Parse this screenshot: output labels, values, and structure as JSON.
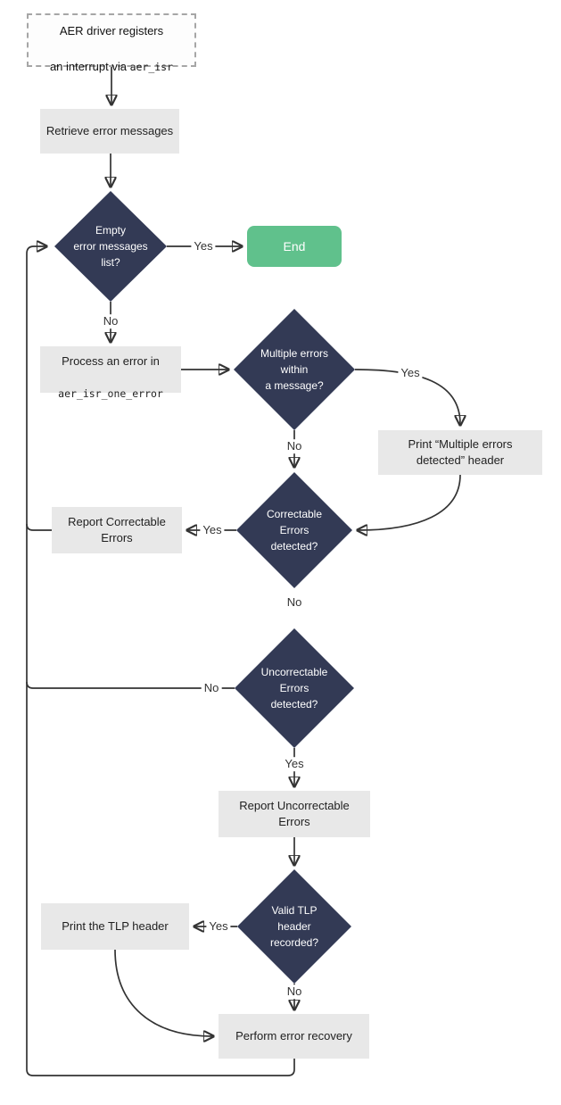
{
  "diagram": {
    "type": "flowchart",
    "nodes": {
      "start": {
        "line1": "AER driver registers",
        "line2_prefix": "an interrupt via ",
        "line2_code": "aer_isr"
      },
      "retrieve": {
        "label": "Retrieve error messages"
      },
      "empty_decision": {
        "label": "Empty\nerror messages\nlist?"
      },
      "end": {
        "label": "End"
      },
      "process": {
        "line1": "Process an error in",
        "line2_code": "aer_isr_one_error"
      },
      "multiple_decision": {
        "label": "Multiple errors\nwithin\na message?"
      },
      "print_multiple": {
        "label": "Print “Multiple errors\ndetected” header"
      },
      "correctable_decision": {
        "label": "Correctable\nErrors\ndetected?"
      },
      "report_correctable": {
        "label": "Report Correctable\nErrors"
      },
      "uncorrectable_decision": {
        "label": "Uncorrectable\nErrors\ndetected?"
      },
      "report_uncorrectable": {
        "label": "Report Uncorrectable\nErrors"
      },
      "valid_tlp_decision": {
        "label": "Valid TLP\nheader\nrecorded?"
      },
      "print_tlp": {
        "label": "Print the TLP header"
      },
      "perform_recovery": {
        "label": "Perform error recovery"
      }
    },
    "edge_labels": {
      "empty_yes": "Yes",
      "empty_no": "No",
      "multiple_yes": "Yes",
      "multiple_no": "No",
      "correctable_yes": "Yes",
      "correctable_no": "No",
      "uncorrectable_no": "No",
      "uncorrectable_yes": "Yes",
      "tlp_yes": "Yes",
      "tlp_no": "No"
    },
    "colors": {
      "decision_fill": "#333a55",
      "decision_text": "#ffffff",
      "process_fill": "#e8e8e8",
      "process_text": "#1f1f1f",
      "end_fill": "#60c18c",
      "end_text": "#ffffff",
      "start_fill": "#fdfdfd",
      "start_border": "#a6a6a6",
      "edge_stroke": "#333333"
    }
  }
}
